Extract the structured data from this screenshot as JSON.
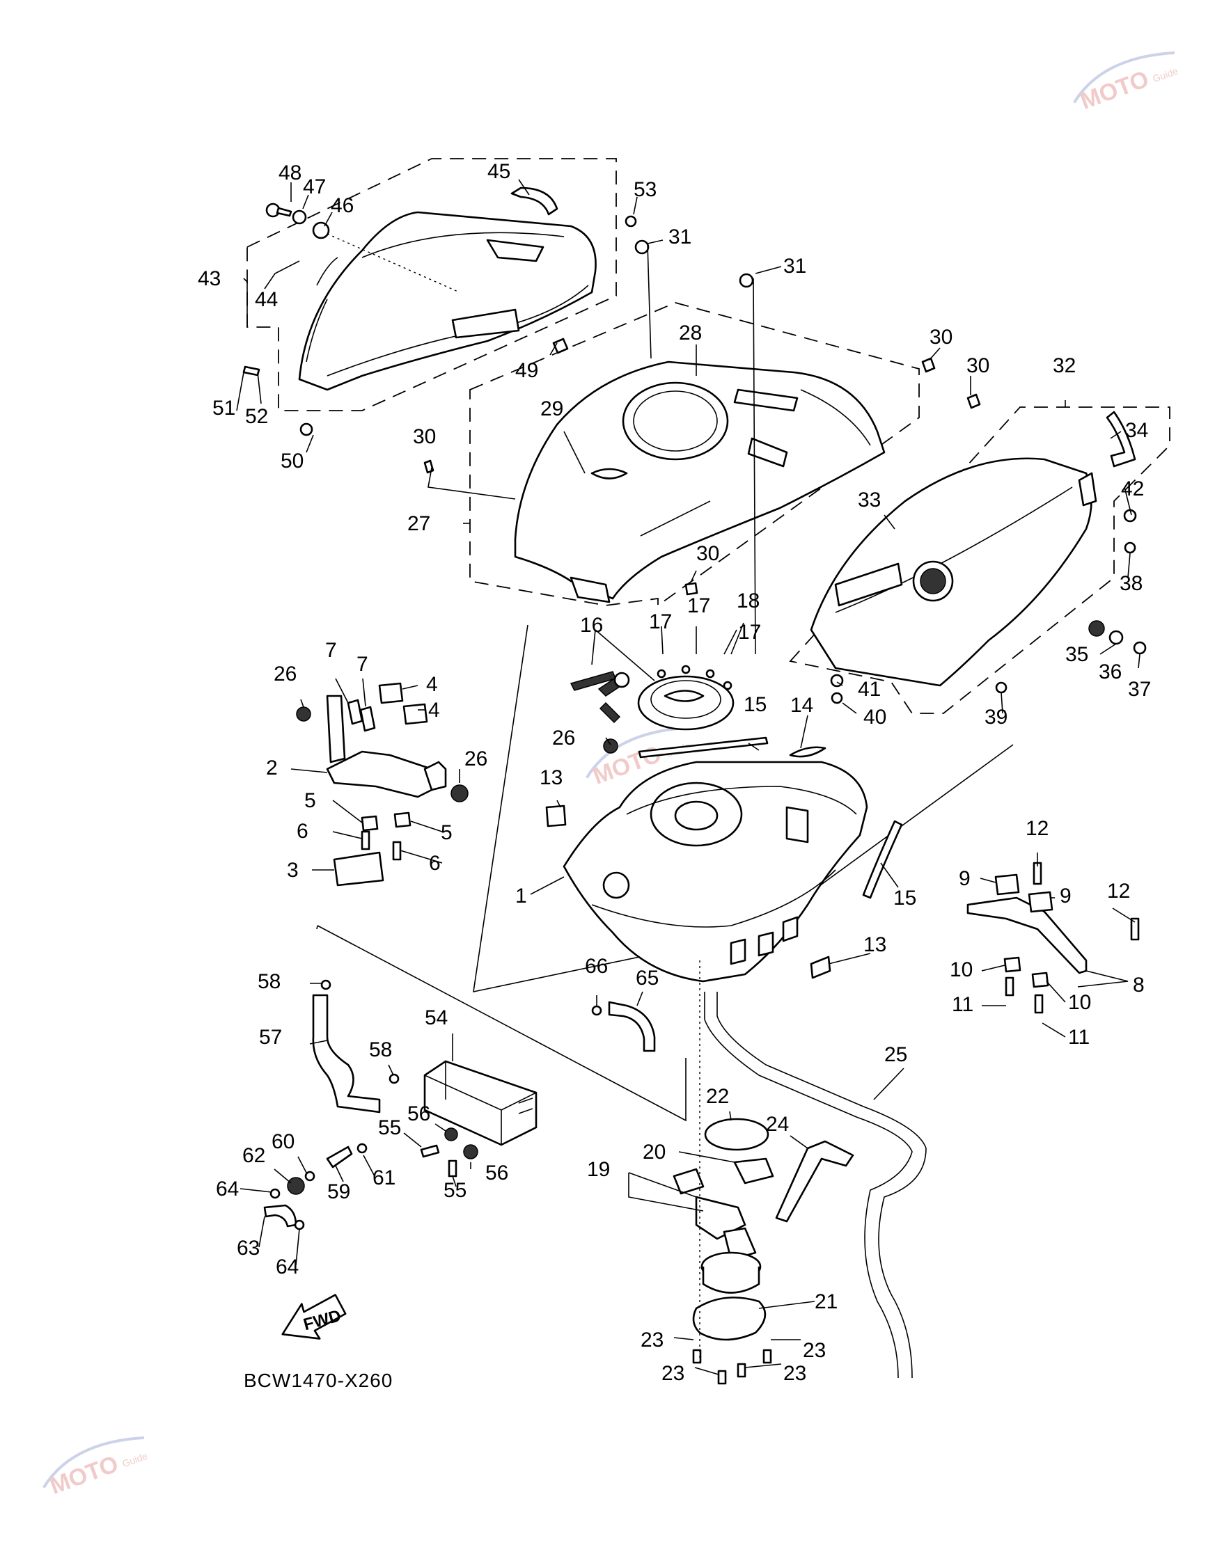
{
  "diagram_code": "BCW1470-X260",
  "fwd_label": "FWD",
  "watermark": {
    "main": "MOTO",
    "sub": "Guide",
    "color": "#d96a6a",
    "accent": "#6f7fbf"
  },
  "callouts": [
    {
      "id": "c48",
      "text": "48"
    },
    {
      "id": "c47",
      "text": "47"
    },
    {
      "id": "c46",
      "text": "46"
    },
    {
      "id": "c45",
      "text": "45"
    },
    {
      "id": "c53",
      "text": "53"
    },
    {
      "id": "c31a",
      "text": "31"
    },
    {
      "id": "c31b",
      "text": "31"
    },
    {
      "id": "c43",
      "text": "43"
    },
    {
      "id": "c44",
      "text": "44"
    },
    {
      "id": "c49",
      "text": "49"
    },
    {
      "id": "c51",
      "text": "51"
    },
    {
      "id": "c52",
      "text": "52"
    },
    {
      "id": "c50",
      "text": "50"
    },
    {
      "id": "c28",
      "text": "28"
    },
    {
      "id": "c30a",
      "text": "30"
    },
    {
      "id": "c30b",
      "text": "30"
    },
    {
      "id": "c32",
      "text": "32"
    },
    {
      "id": "c29",
      "text": "29"
    },
    {
      "id": "c30c",
      "text": "30"
    },
    {
      "id": "c34",
      "text": "34"
    },
    {
      "id": "c27",
      "text": "27"
    },
    {
      "id": "c33",
      "text": "33"
    },
    {
      "id": "c42",
      "text": "42"
    },
    {
      "id": "c38",
      "text": "38"
    },
    {
      "id": "c30d",
      "text": "30"
    },
    {
      "id": "c18",
      "text": "18"
    },
    {
      "id": "c16",
      "text": "16"
    },
    {
      "id": "c17a",
      "text": "17"
    },
    {
      "id": "c17b",
      "text": "17"
    },
    {
      "id": "c17c",
      "text": "17"
    },
    {
      "id": "c35",
      "text": "35"
    },
    {
      "id": "c36",
      "text": "36"
    },
    {
      "id": "c37",
      "text": "37"
    },
    {
      "id": "c41",
      "text": "41"
    },
    {
      "id": "c40",
      "text": "40"
    },
    {
      "id": "c39",
      "text": "39"
    },
    {
      "id": "c7a",
      "text": "7"
    },
    {
      "id": "c7b",
      "text": "7"
    },
    {
      "id": "c26a",
      "text": "26"
    },
    {
      "id": "c4a",
      "text": "4"
    },
    {
      "id": "c4b",
      "text": "4"
    },
    {
      "id": "c15a",
      "text": "15"
    },
    {
      "id": "c14",
      "text": "14"
    },
    {
      "id": "c26b",
      "text": "26"
    },
    {
      "id": "c2",
      "text": "2"
    },
    {
      "id": "c26c",
      "text": "26"
    },
    {
      "id": "c13a",
      "text": "13"
    },
    {
      "id": "c5a",
      "text": "5"
    },
    {
      "id": "c5b",
      "text": "5"
    },
    {
      "id": "c6a",
      "text": "6"
    },
    {
      "id": "c6b",
      "text": "6"
    },
    {
      "id": "c3",
      "text": "3"
    },
    {
      "id": "c12a",
      "text": "12"
    },
    {
      "id": "c9a",
      "text": "9"
    },
    {
      "id": "c9b",
      "text": "9"
    },
    {
      "id": "c15b",
      "text": "15"
    },
    {
      "id": "c12b",
      "text": "12"
    },
    {
      "id": "c1",
      "text": "1"
    },
    {
      "id": "c13b",
      "text": "13"
    },
    {
      "id": "c10a",
      "text": "10"
    },
    {
      "id": "c8",
      "text": "8"
    },
    {
      "id": "c11a",
      "text": "11"
    },
    {
      "id": "c10b",
      "text": "10"
    },
    {
      "id": "c11b",
      "text": "11"
    },
    {
      "id": "c58a",
      "text": "58"
    },
    {
      "id": "c66",
      "text": "66"
    },
    {
      "id": "c65",
      "text": "65"
    },
    {
      "id": "c57",
      "text": "57"
    },
    {
      "id": "c54",
      "text": "54"
    },
    {
      "id": "c58b",
      "text": "58"
    },
    {
      "id": "c25",
      "text": "25"
    },
    {
      "id": "c22",
      "text": "22"
    },
    {
      "id": "c56a",
      "text": "56"
    },
    {
      "id": "c55a",
      "text": "55"
    },
    {
      "id": "c24",
      "text": "24"
    },
    {
      "id": "c60",
      "text": "60"
    },
    {
      "id": "c62",
      "text": "62"
    },
    {
      "id": "c20",
      "text": "20"
    },
    {
      "id": "c56b",
      "text": "56"
    },
    {
      "id": "c19",
      "text": "19"
    },
    {
      "id": "c61",
      "text": "61"
    },
    {
      "id": "c59",
      "text": "59"
    },
    {
      "id": "c55b",
      "text": "55"
    },
    {
      "id": "c64a",
      "text": "64"
    },
    {
      "id": "c63",
      "text": "63"
    },
    {
      "id": "c64b",
      "text": "64"
    },
    {
      "id": "c21",
      "text": "21"
    },
    {
      "id": "c23a",
      "text": "23"
    },
    {
      "id": "c23b",
      "text": "23"
    },
    {
      "id": "c23c",
      "text": "23"
    },
    {
      "id": "c23d",
      "text": "23"
    }
  ]
}
